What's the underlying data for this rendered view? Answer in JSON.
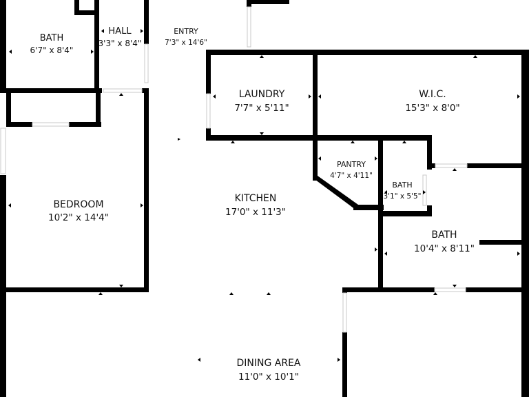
{
  "rooms": [
    {
      "id": "bath-nw",
      "name": "BATH",
      "dims": "6'7\" x 8'4\""
    },
    {
      "id": "hall",
      "name": "HALL",
      "dims": "3'3\" x 8'4\""
    },
    {
      "id": "entry",
      "name": "ENTRY",
      "dims": "7'3\" x 14'6\""
    },
    {
      "id": "laundry",
      "name": "LAUNDRY",
      "dims": "7'7\" x 5'11\""
    },
    {
      "id": "wic",
      "name": "W.I.C.",
      "dims": "15'3\" x 8'0\""
    },
    {
      "id": "pantry",
      "name": "PANTRY",
      "dims": "4'7\" x 4'11\""
    },
    {
      "id": "bath-small",
      "name": "BATH",
      "dims": "3'1\" x 5'5\""
    },
    {
      "id": "bath-e",
      "name": "BATH",
      "dims": "10'4\" x 8'11\""
    },
    {
      "id": "bedroom",
      "name": "BEDROOM",
      "dims": "10'2\" x 14'4\""
    },
    {
      "id": "kitchen",
      "name": "KITCHEN",
      "dims": "17'0\" x 11'3\""
    },
    {
      "id": "dining",
      "name": "DINING AREA",
      "dims": "11'0\" x 10'1\""
    }
  ],
  "colors": {
    "wall": "#000000",
    "background": "#ffffff",
    "text": "#111111"
  }
}
